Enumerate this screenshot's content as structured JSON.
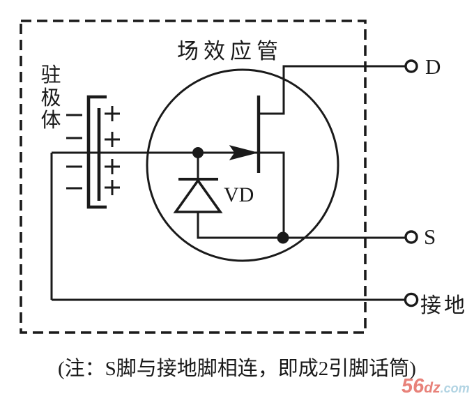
{
  "colors": {
    "line": "#1a1a1a",
    "background": "#ffffff",
    "watermark_red": "#e8827a",
    "watermark_blue": "#b2d4e3"
  },
  "diagram": {
    "fet_label": "场效应管",
    "electret_label": "驻极体",
    "diode_label": "VD",
    "terminals": {
      "drain": "D",
      "source": "S",
      "ground": "接地"
    }
  },
  "caption": "(注：S脚与接地脚相连，即成2引脚话筒)",
  "watermark": {
    "prefix": "56",
    "mid": "dz",
    "suffix": ".com"
  }
}
